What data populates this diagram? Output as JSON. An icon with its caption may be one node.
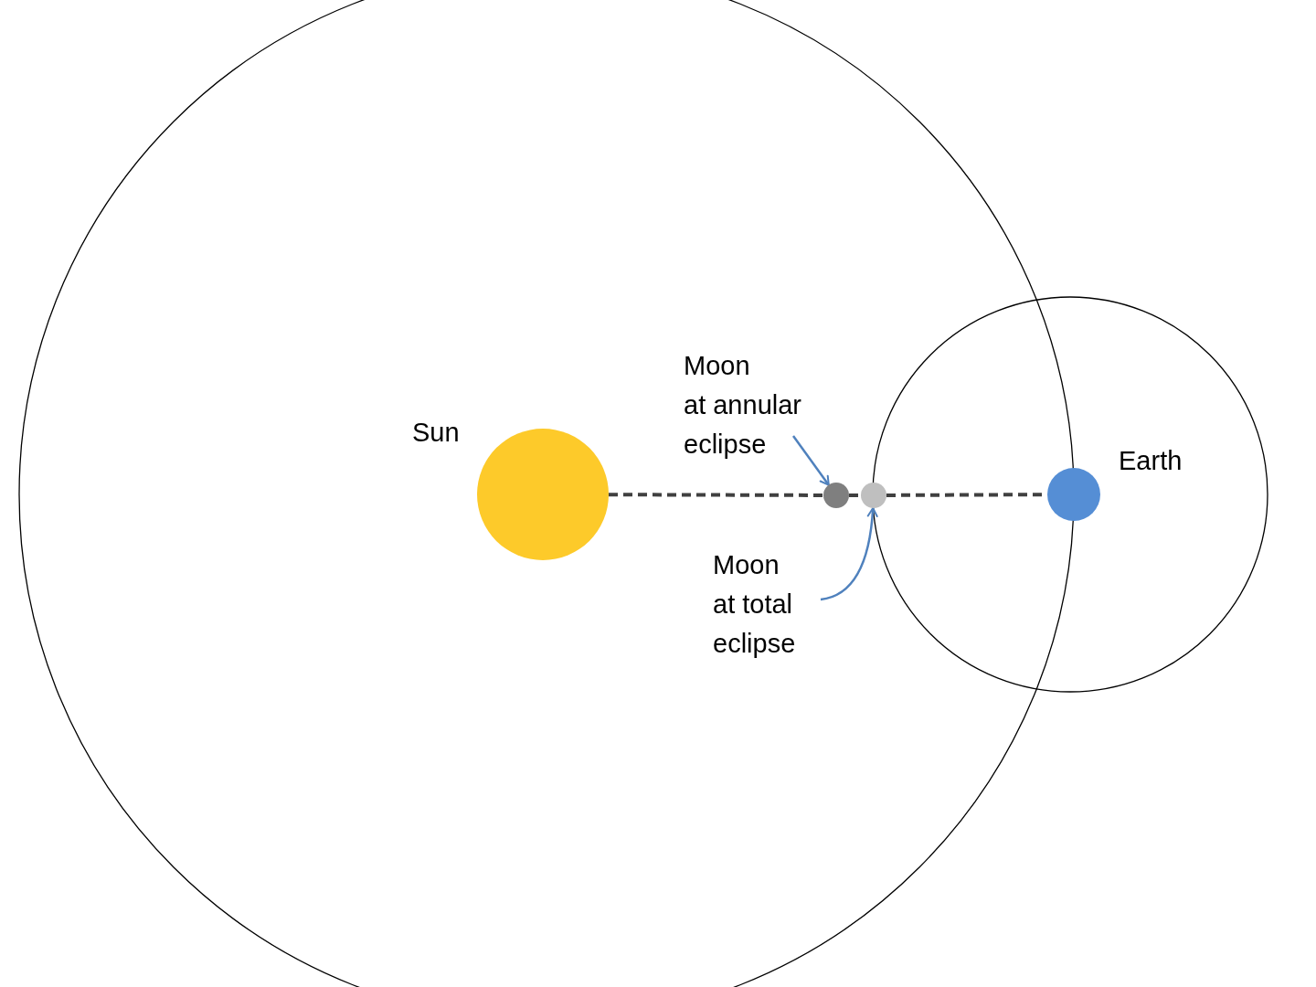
{
  "diagram": {
    "nodes": [
      {
        "text": [],
        "shape": "circle",
        "beside": [
          "Sun"
        ]
      },
      {
        "text": [],
        "shape": "circle"
      },
      {
        "text": [],
        "shape": "circle"
      },
      {
        "text": [],
        "shape": "circle",
        "beside": [
          "Earth"
        ]
      },
      {
        "text": [
          "Moon",
          "at annular eclipse"
        ]
      },
      {
        "text": [
          "Moon",
          "at total eclipse"
        ]
      }
    ],
    "edges": [
      {
        "from": 0,
        "to": 1,
        "arrow": "none",
        "style": "dashed"
      },
      {
        "from": 1,
        "to": 2,
        "arrow": "none",
        "style": "dashed"
      },
      {
        "from": 2,
        "to": 3,
        "arrow": "none",
        "style": "dashed"
      },
      {
        "from": 4,
        "to": 1,
        "arrow": "to",
        "color": "#4f81bd"
      },
      {
        "from": 5,
        "to": 2,
        "arrow": "to",
        "color": "#4f81bd"
      }
    ]
  }
}
